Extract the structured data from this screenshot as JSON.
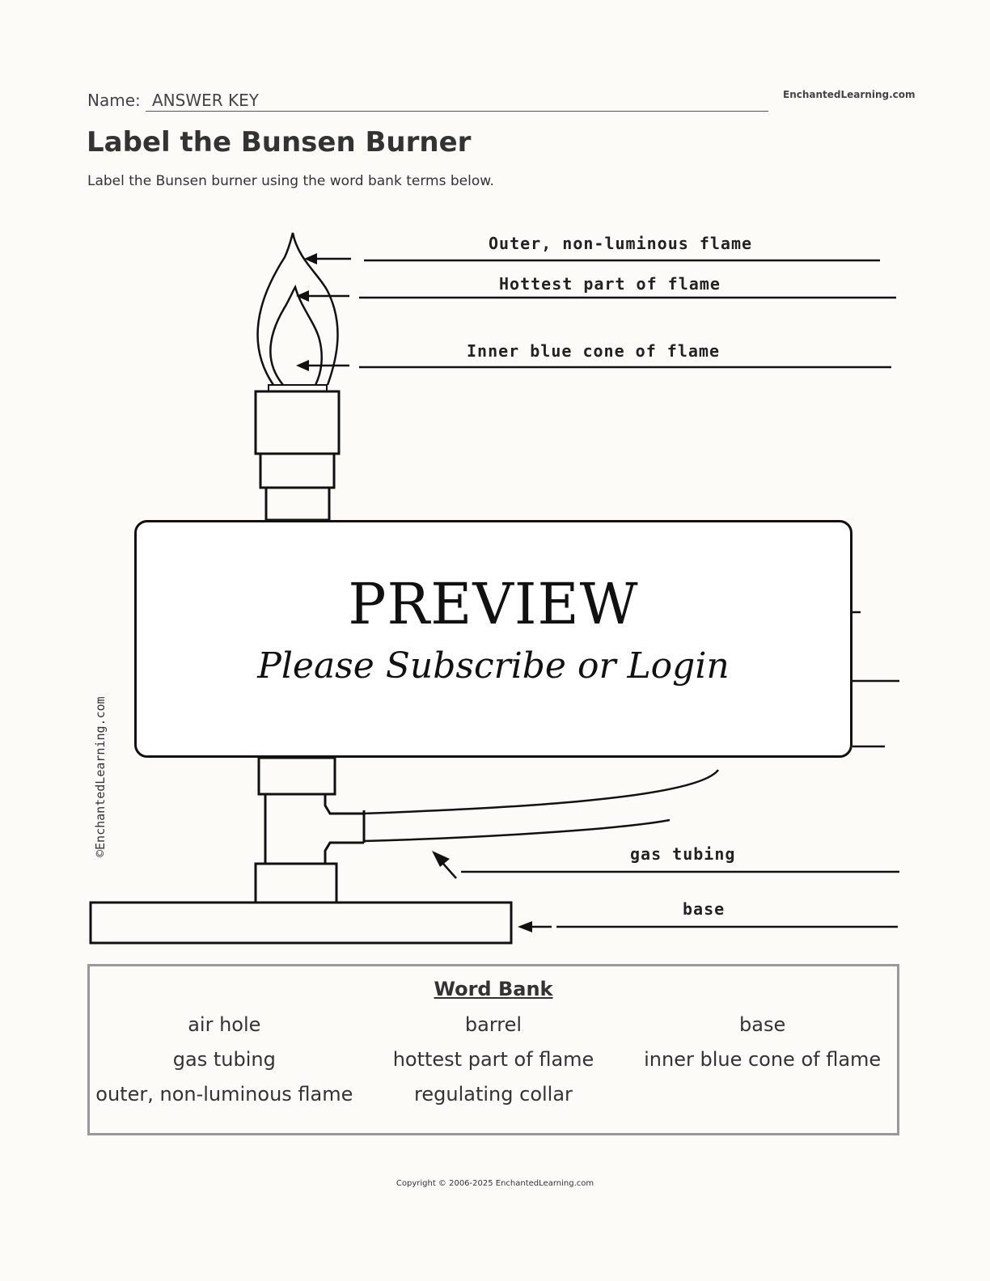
{
  "header": {
    "name_label": "Name:",
    "name_value": "ANSWER KEY",
    "site": "EnchantedLearning.com"
  },
  "title": "Label the Bunsen Burner",
  "instructions": "Label the Bunsen burner using the word bank terms below.",
  "diagram": {
    "labels": [
      "Outer, non-luminous flame",
      "Hottest part of flame",
      "Inner blue cone of flame",
      "gas tubing",
      "base"
    ],
    "side_watermark": "©EnchantedLearning.com"
  },
  "preview": {
    "title": "PREVIEW",
    "subtitle": "Please Subscribe or Login"
  },
  "word_bank": {
    "title": "Word Bank",
    "terms": [
      "air hole",
      "barrel",
      "base",
      "gas tubing",
      "hottest part of flame",
      "inner blue cone of flame",
      "outer, non-luminous flame",
      "regulating collar",
      ""
    ]
  },
  "footer": {
    "copyright": "Copyright © 2006-2025 EnchantedLearning.com"
  }
}
